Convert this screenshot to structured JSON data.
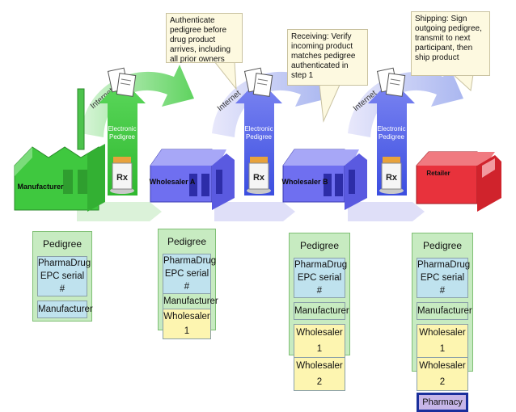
{
  "colors": {
    "manufacturer": "#3fc83f",
    "wholesaler": "#6f6ff0",
    "retailer": "#e8323c",
    "pedigree_box": "#c7ebc1",
    "callout_bg": "#fdf9e0"
  },
  "facilities": {
    "manufacturer": "Manufacturer",
    "wholesaler_a": "Wholesaler A",
    "wholesaler_b": "Wholesaler B",
    "retailer": "Retailer"
  },
  "arrows": {
    "internet_label": "Internet",
    "electronic_pedigree_label": "Electronic\nPedigree",
    "rx_label": "Rx"
  },
  "callouts": {
    "step1": "Authenticate pedigree before drug product arrives, including all prior owners",
    "step2": "Receiving: Verify incoming product matches pedigree authenticated in step 1",
    "step3": "Shipping: Sign outgoing pedigree, transmit to next participant, then ship product"
  },
  "pedigrees": [
    {
      "title": "Pedigree",
      "drug": "PharmaDrug",
      "serial": "EPC serial #",
      "entries": [
        "Manufacturer"
      ]
    },
    {
      "title": "Pedigree",
      "drug": "PharmaDrug",
      "serial": "EPC serial #",
      "entries": [
        "Manufacturer",
        "Wholesaler 1"
      ]
    },
    {
      "title": "Pedigree",
      "drug": "PharmaDrug",
      "serial": "EPC serial #",
      "entries": [
        "Manufacturer",
        "Wholesaler 1",
        "Wholesaler 2"
      ]
    },
    {
      "title": "Pedigree",
      "drug": "PharmaDrug",
      "serial": "EPC serial #",
      "entries": [
        "Manufacturer",
        "Wholesaler 1",
        "Wholesaler 2",
        "Pharmacy"
      ]
    }
  ]
}
